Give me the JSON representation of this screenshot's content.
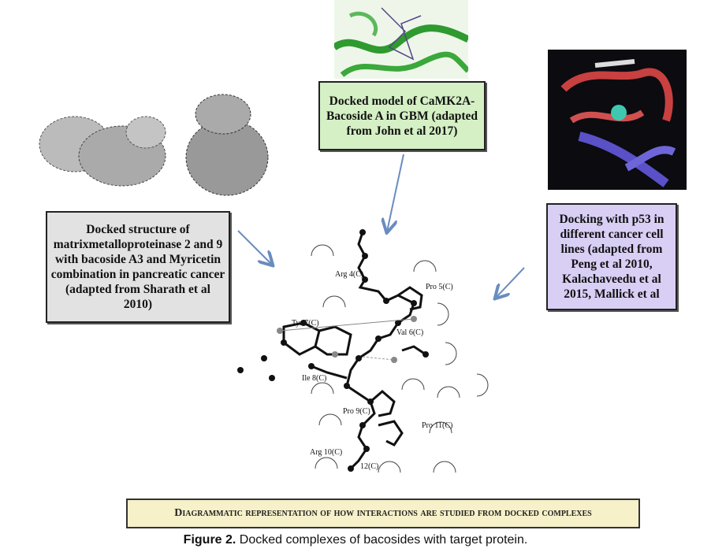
{
  "boxes": {
    "camk2a": "Docked model of CaMK2A-Bacoside A in GBM (adapted from John et al 2017)",
    "mmp": "Docked structure of matrixmetalloproteinase 2 and 9 with bacoside A3 and Myricetin combination in pancreatic cancer (adapted from Sharath et al 2010)",
    "p53": "Docking with p53 in different cancer cell lines (adapted from Peng et al 2010, Kalachaveedu et al 2015, Mallick et al"
  },
  "ligand_labels": [
    "Arg 4(C)",
    "Pro 5(C)",
    "Tyr 7(C)",
    "Val 6(C)",
    "Ile 8(C)",
    "Pro 9(C)",
    "Pro 11(C)",
    "Arg 10(C)",
    "12(C)"
  ],
  "banner": "Diagrammatic representation of how interactions are studied from docked complexes",
  "caption": {
    "label": "Figure 2.",
    "text": " Docked complexes of bacosides with target protein."
  },
  "colors": {
    "green_box": "#d4f0c4",
    "gray_box": "#e2e2e2",
    "purple_box": "#d9cff5",
    "banner": "#f6f1c9",
    "arrow": "#6a8cc0"
  }
}
